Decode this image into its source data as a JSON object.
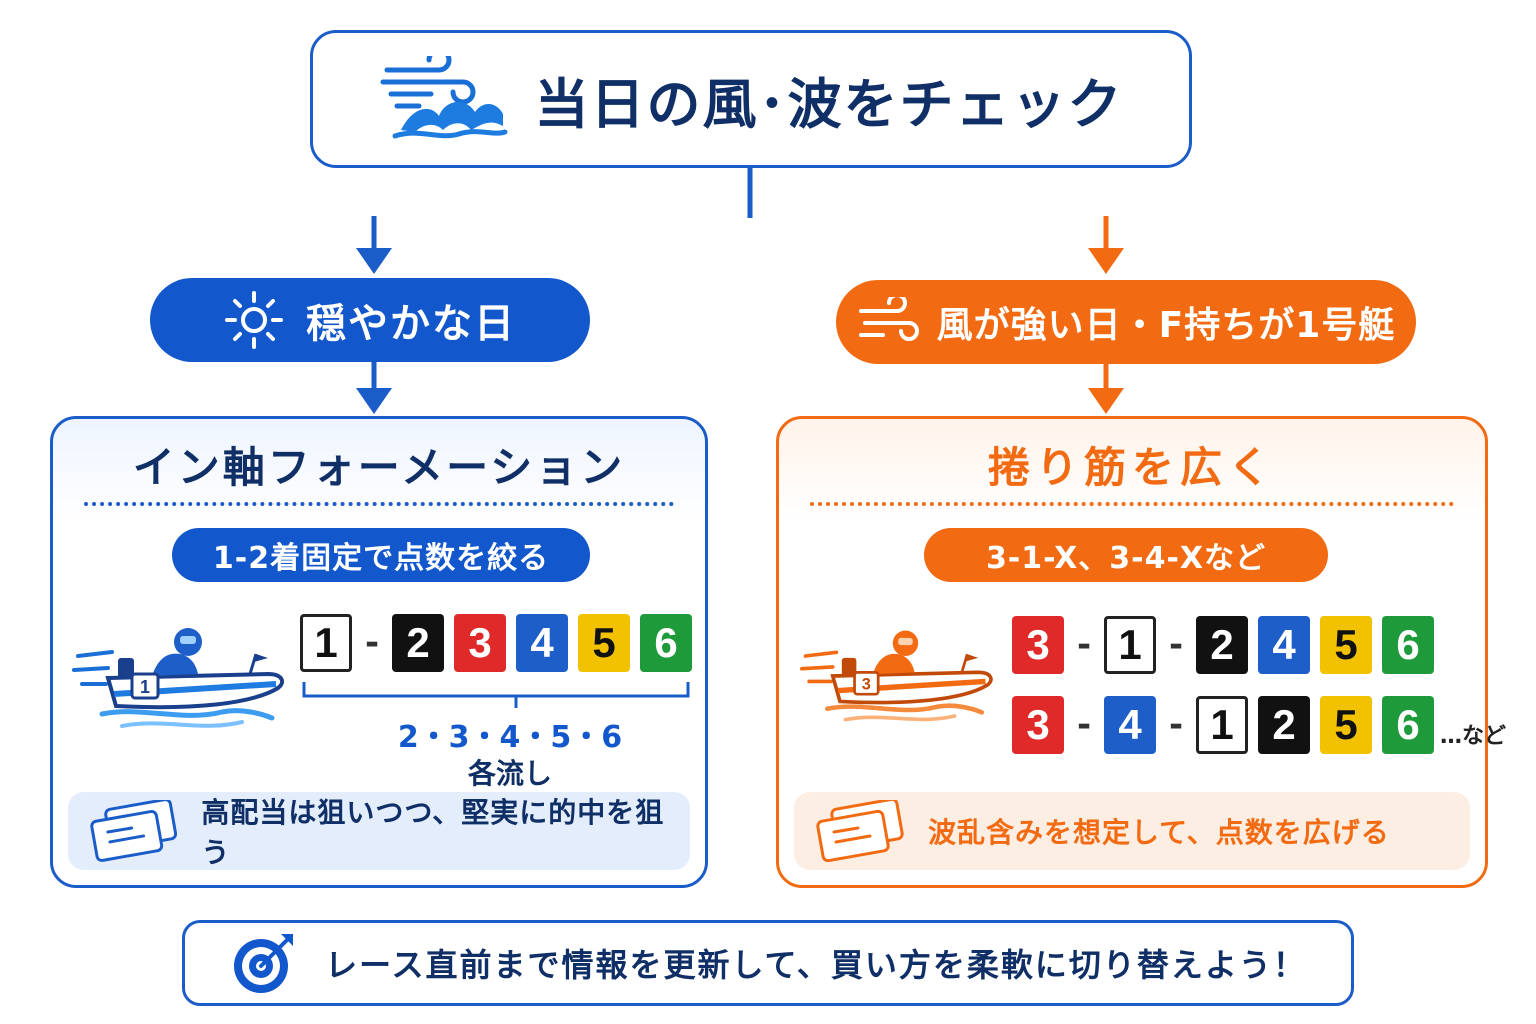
{
  "title": "当日の風･波をチェック",
  "colors": {
    "blue": "#1257cc",
    "orange": "#f26b12",
    "navy": "#0f2f66"
  },
  "left": {
    "condition": "穏やかな日",
    "condition_icon": "sun-icon",
    "strategy": "イン軸フォーメーション",
    "detail": "1-2着固定で点数を絞る",
    "boat_number": "1",
    "combo": {
      "first": "1",
      "dash": "-",
      "seconds": [
        "2",
        "3",
        "4",
        "5",
        "6"
      ]
    },
    "flow_numbers": "2・3・4・5・6",
    "flow_label": "各流し",
    "note": "高配当は狙いつつ、堅実に的中を狙う"
  },
  "right": {
    "condition": "風が強い日・F持ちが1号艇",
    "condition_icon": "wind-icon",
    "strategy": "捲り筋を広く",
    "detail": "3-1-X、3-4-Xなど",
    "boat_number": "3",
    "combo1": {
      "a": "3",
      "b": "1",
      "rest": [
        "2",
        "4",
        "5",
        "6"
      ]
    },
    "combo2": {
      "a": "3",
      "b": "4",
      "rest": [
        "1",
        "2",
        "5",
        "6"
      ]
    },
    "dash": "-",
    "etc": "…など",
    "note": "波乱含みを想定して、点数を広げる"
  },
  "footer": "レース直前まで情報を更新して、買い方を柔軟に切り替えよう！"
}
